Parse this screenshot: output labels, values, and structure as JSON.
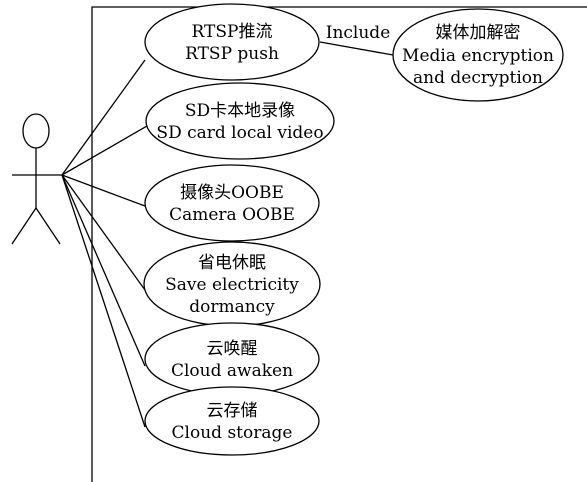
{
  "include_label": "Include",
  "use_cases": [
    {
      "line1": "RTSP推流",
      "line2": "RTSP push"
    },
    {
      "line1": "SD卡本地录像",
      "line2": "SD card local video"
    },
    {
      "line1": "摄像头OOBE",
      "line2": "Camera OOBE"
    },
    {
      "line1": "省电休眠",
      "line2": "Save electricity",
      "line3": "dormancy"
    },
    {
      "line1": "云唤醒",
      "line2": "Cloud awaken"
    },
    {
      "line1": "云存储",
      "line2": "Cloud storage"
    }
  ],
  "included_use_case": {
    "line1": "媒体加解密",
    "line2": "Media encryption",
    "line3": "and decryption"
  }
}
